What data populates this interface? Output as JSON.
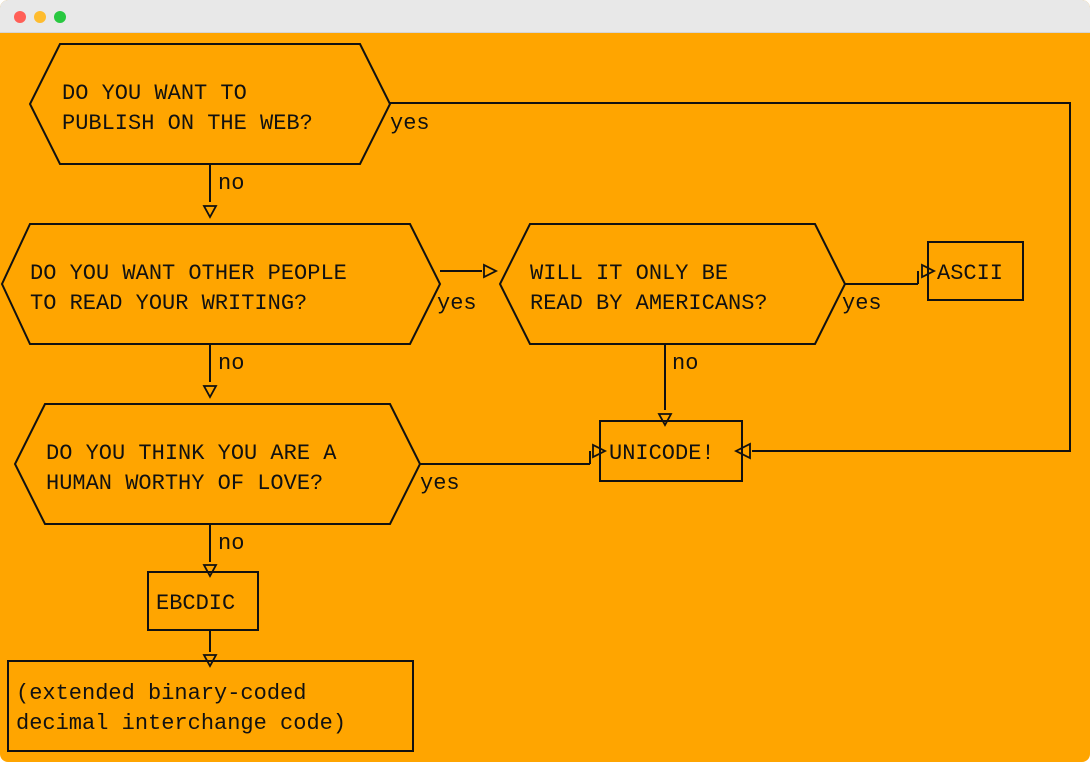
{
  "window": {
    "traffic_lights": [
      "#ff5f57",
      "#febc2e",
      "#28c840"
    ]
  },
  "colors": {
    "background": "#ffa500",
    "ink": "#111111"
  },
  "nodes": {
    "q1": {
      "line1": "DO YOU WANT TO",
      "line2": "PUBLISH ON THE WEB?"
    },
    "q2": {
      "line1": "DO YOU WANT OTHER PEOPLE",
      "line2": "TO READ YOUR WRITING?"
    },
    "q3": {
      "line1": "WILL IT ONLY BE",
      "line2": "READ BY AMERICANS?"
    },
    "q4": {
      "line1": "DO YOU THINK YOU ARE A",
      "line2": "HUMAN WORTHY OF LOVE?"
    },
    "ascii": {
      "label": "ASCII"
    },
    "unicode": {
      "label": "UNICODE!"
    },
    "ebcdic": {
      "label": "EBCDIC"
    },
    "ebcdic_desc": {
      "line1": "(extended binary-coded",
      "line2": "decimal interchange code)"
    }
  },
  "edges": {
    "yes": "yes",
    "no": "no"
  }
}
